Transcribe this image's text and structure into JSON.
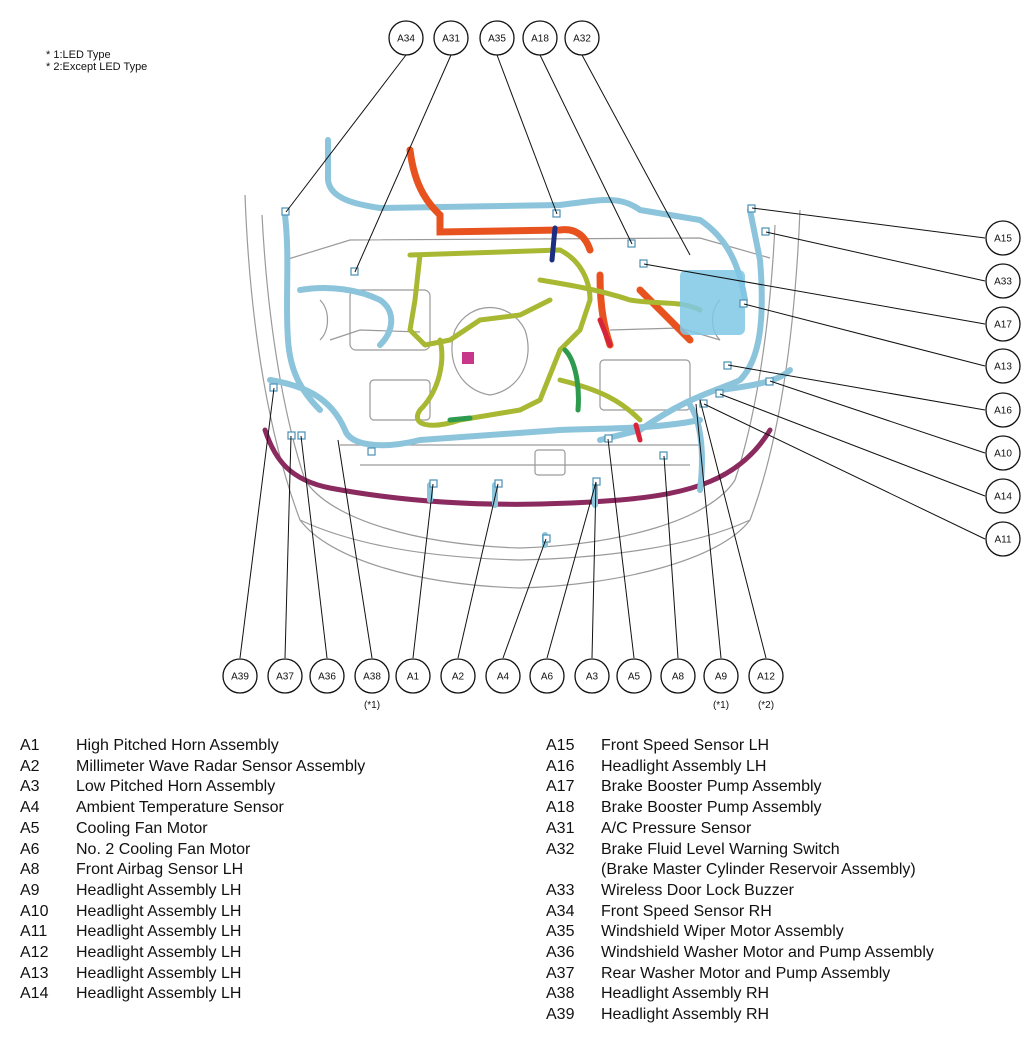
{
  "notes": [
    "* 1:LED Type",
    "* 2:Except LED Type"
  ],
  "callouts_top": [
    "A34",
    "A31",
    "A35",
    "A18",
    "A32"
  ],
  "callouts_right": [
    "A15",
    "A33",
    "A17",
    "A13",
    "A16",
    "A10",
    "A14",
    "A11"
  ],
  "callouts_bottom": [
    {
      "code": "A39",
      "note": ""
    },
    {
      "code": "A37",
      "note": ""
    },
    {
      "code": "A36",
      "note": ""
    },
    {
      "code": "A38",
      "note": "(*1)"
    },
    {
      "code": "A1",
      "note": ""
    },
    {
      "code": "A2",
      "note": ""
    },
    {
      "code": "A4",
      "note": ""
    },
    {
      "code": "A6",
      "note": ""
    },
    {
      "code": "A3",
      "note": ""
    },
    {
      "code": "A5",
      "note": ""
    },
    {
      "code": "A8",
      "note": ""
    },
    {
      "code": "A9",
      "note": "(*1)"
    },
    {
      "code": "A12",
      "note": "(*2)"
    }
  ],
  "legend_left": [
    {
      "code": "A1",
      "name": "High Pitched Horn Assembly"
    },
    {
      "code": "A2",
      "name": "Millimeter Wave Radar Sensor Assembly"
    },
    {
      "code": "A3",
      "name": "Low Pitched Horn Assembly"
    },
    {
      "code": "A4",
      "name": "Ambient Temperature Sensor"
    },
    {
      "code": "A5",
      "name": "Cooling Fan Motor"
    },
    {
      "code": "A6",
      "name": "No. 2 Cooling Fan Motor"
    },
    {
      "code": "A8",
      "name": "Front Airbag Sensor LH"
    },
    {
      "code": "A9",
      "name": "Headlight Assembly LH"
    },
    {
      "code": "A10",
      "name": "Headlight Assembly LH"
    },
    {
      "code": "A11",
      "name": "Headlight Assembly LH"
    },
    {
      "code": "A12",
      "name": "Headlight Assembly LH"
    },
    {
      "code": "A13",
      "name": "Headlight Assembly LH"
    },
    {
      "code": "A14",
      "name": "Headlight Assembly LH"
    }
  ],
  "legend_right": [
    {
      "code": "A15",
      "name": "Front Speed Sensor LH"
    },
    {
      "code": "A16",
      "name": "Headlight Assembly LH"
    },
    {
      "code": "A17",
      "name": "Brake Booster Pump Assembly"
    },
    {
      "code": "A18",
      "name": "Brake Booster Pump Assembly"
    },
    {
      "code": "A31",
      "name": "A/C Pressure Sensor"
    },
    {
      "code": "A32",
      "name": "Brake Fluid Level Warning Switch"
    },
    {
      "code": "",
      "name": "(Brake Master Cylinder Reservoir Assembly)"
    },
    {
      "code": "A33",
      "name": "Wireless Door Lock Buzzer"
    },
    {
      "code": "A34",
      "name": "Front Speed Sensor RH"
    },
    {
      "code": "A35",
      "name": "Windshield Wiper Motor Assembly"
    },
    {
      "code": "A36",
      "name": "Windshield Washer Motor and Pump Assembly"
    },
    {
      "code": "A37",
      "name": "Rear Washer Motor and Pump Assembly"
    },
    {
      "code": "A38",
      "name": "Headlight Assembly RH"
    },
    {
      "code": "A39",
      "name": "Headlight Assembly RH"
    }
  ],
  "colors": {
    "harness_blue": "#8cc4dc",
    "harness_blue_dark": "#4a8fb5",
    "harness_olive": "#a8b832",
    "harness_orange": "#e8521e",
    "harness_purple": "#8a2a5e",
    "harness_green": "#2e9a4e",
    "harness_navy": "#1c2e80",
    "harness_red": "#d8243a",
    "harness_pink": "#c8388a",
    "panel_blue": "#7fc8e6",
    "body_line": "#9a9a9a"
  }
}
